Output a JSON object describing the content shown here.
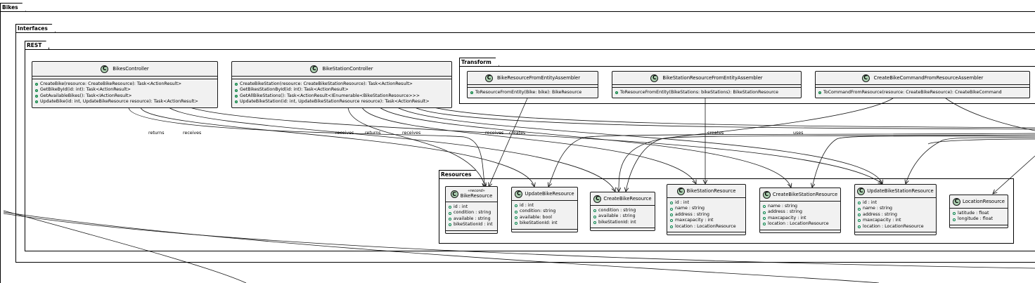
{
  "packages": {
    "bikes": "Bikes",
    "interfaces": "Interfaces",
    "rest": "REST",
    "transform": "Transform",
    "resources": "Resources"
  },
  "classes": {
    "bikes_controller": {
      "name": "BikesController",
      "methods": [
        "CreateBike(resource: CreateBikeResource): Task<ActionResult>",
        "GetBikeById(id: int): Task<ActionResult>",
        "GetAvailableBikes(): Task<IActionResult>",
        "UpdateBike(id: int, UpdateBikeResource resource): Task<ActionResult>"
      ]
    },
    "bike_station_controller": {
      "name": "BikeStationController",
      "methods": [
        "CreateBikeStation(resource: CreateBikeStationResource): Task<ActionResult>",
        "GetBikesStationById(id: int): Task<ActionResult>",
        "GetAllBikeStations(): Task<ActionResult<IEnumerable<BikeStationResource>>>",
        "UpdateBikeStation(id: int, UpdateBikeStationResource resource): Task<ActionResult>"
      ]
    },
    "bike_resource_assembler": {
      "name": "BikeResourceFromEntityAssembler",
      "methods": [
        "ToResourceFromEntity(Bike: bike): BikeResource"
      ]
    },
    "bike_station_resource_assembler": {
      "name": "BikeStationResourceFromEntityAssembler",
      "methods": [
        "ToResourceFromEntity(BikeStations: bikeStations): BikeStationResource"
      ]
    },
    "create_bike_command_assembler": {
      "name": "CreateBikeCommandFromResourceAssembler",
      "methods": [
        "ToCommandFromResource(resource: CreateBikeResource): CreateBikeCommand"
      ]
    },
    "bike_resource": {
      "stereotype": "«record»",
      "name": "BikeResource",
      "fields": [
        "id : int",
        "condition : string",
        "available : string",
        "bikeStationId : int"
      ]
    },
    "update_bike_resource": {
      "name": "UpdateBikeResource",
      "fields": [
        "id : int",
        "condition: string",
        "available: bool",
        "bikeStationId: int"
      ]
    },
    "create_bike_resource": {
      "name": "CreateBikeResource",
      "fields": [
        "condition : string",
        "available : string",
        "bikeStationId: int"
      ]
    },
    "bike_station_resource": {
      "name": "BikeStationResource",
      "fields": [
        "id : int",
        "name : string",
        "address : string",
        "maxcapacity : int",
        "location : LocationResource"
      ]
    },
    "create_bike_station_resource": {
      "name": "CreateBikeStationResource",
      "fields": [
        "name : string",
        "address : string",
        "maxcapacity : int",
        "location : LocationResource"
      ]
    },
    "update_bike_station_resource": {
      "name": "UpdateBikeStationResource",
      "fields": [
        "id : int",
        "name : string",
        "address : string",
        "maxcapacity : int",
        "location : LocationResource"
      ]
    },
    "location_resource": {
      "name": "LocationResource",
      "fields": [
        "latitude : float",
        "longitude : float"
      ]
    }
  },
  "class_icon_letter": "C",
  "relation_labels": {
    "returns_1": "returns",
    "receives_1": "receives",
    "receives_2": "receives",
    "returns_2": "returns",
    "receives_3": "receives",
    "receives_4": "receives",
    "creates_1": "creates",
    "creates_2": "creates",
    "uses": "uses"
  },
  "colors": {
    "class_fill": "#f1f1f1",
    "class_icon": "#add1b2",
    "method_dot": "#84be84",
    "line": "#181818"
  }
}
